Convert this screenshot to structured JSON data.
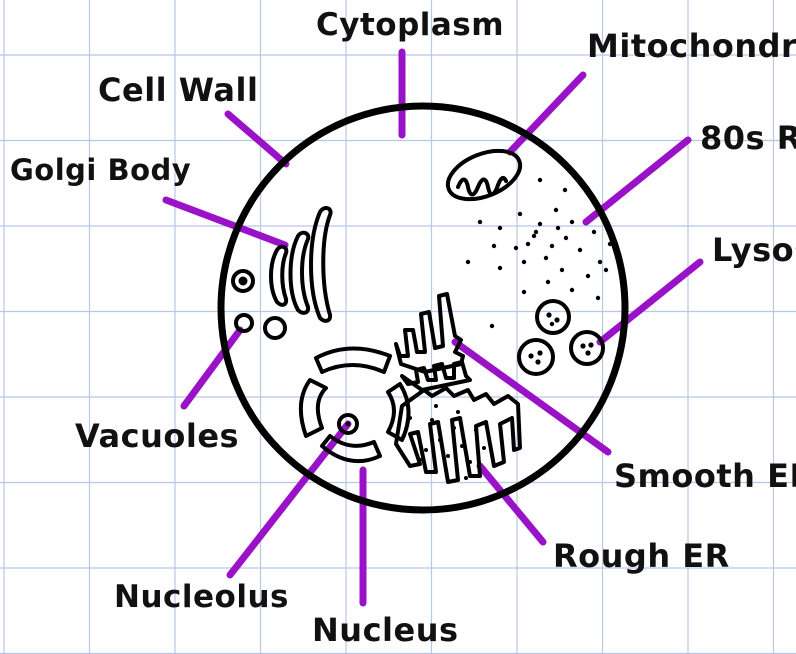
{
  "colors": {
    "background": "#ffffff",
    "grid_line": "#b7c8e6",
    "outline": "#000000",
    "leader": "#9a12c7",
    "text": "#111111"
  },
  "labels": {
    "cytoplasm": "Cytoplasm",
    "mitochondria": "Mitochondria",
    "cell_wall": "Cell Wall",
    "ribosomes": "80s R",
    "golgi_body": "Golgi Body",
    "lysosomes": "Lysos",
    "vacuoles": "Vacuoles",
    "smooth_er": "Smooth ER",
    "rough_er": "Rough ER",
    "nucleolus": "Nucleolus",
    "nucleus": "Nucleus"
  }
}
